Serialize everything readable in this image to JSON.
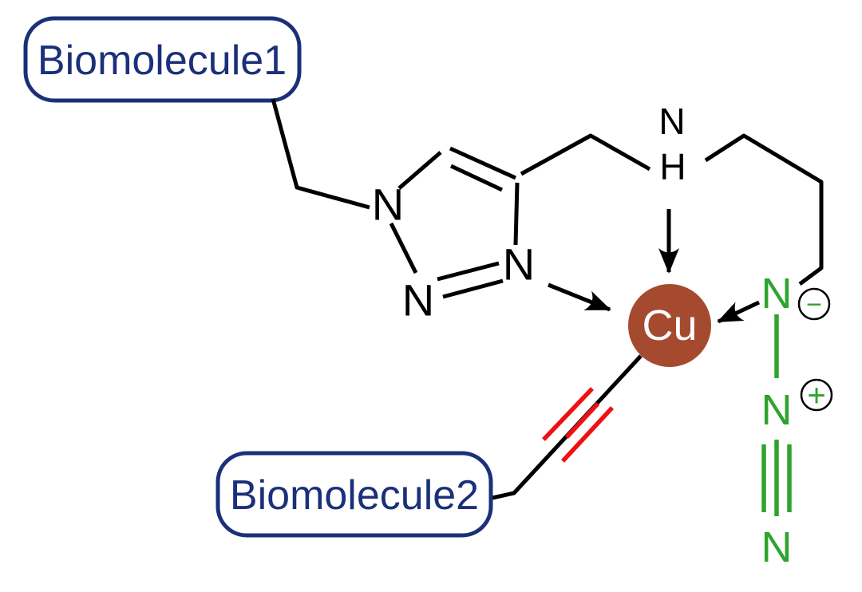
{
  "colors": {
    "navy": "#1b3079",
    "black": "#000000",
    "green": "#2ea42e",
    "copper": "#a54a2e",
    "red": "#ee1111",
    "white": "#ffffff"
  },
  "biomolecule1": {
    "label": "Biomolecule1"
  },
  "biomolecule2": {
    "label": "Biomolecule2"
  },
  "triazole_ring": {
    "n1": "N",
    "n2": "N",
    "n3": "N"
  },
  "amine": {
    "n": "N",
    "h": "H"
  },
  "copper": {
    "symbol": "Cu"
  },
  "azide": {
    "n1": "N",
    "n2": "N",
    "n3": "N",
    "minus_charge": "−",
    "plus_charge": "+"
  }
}
